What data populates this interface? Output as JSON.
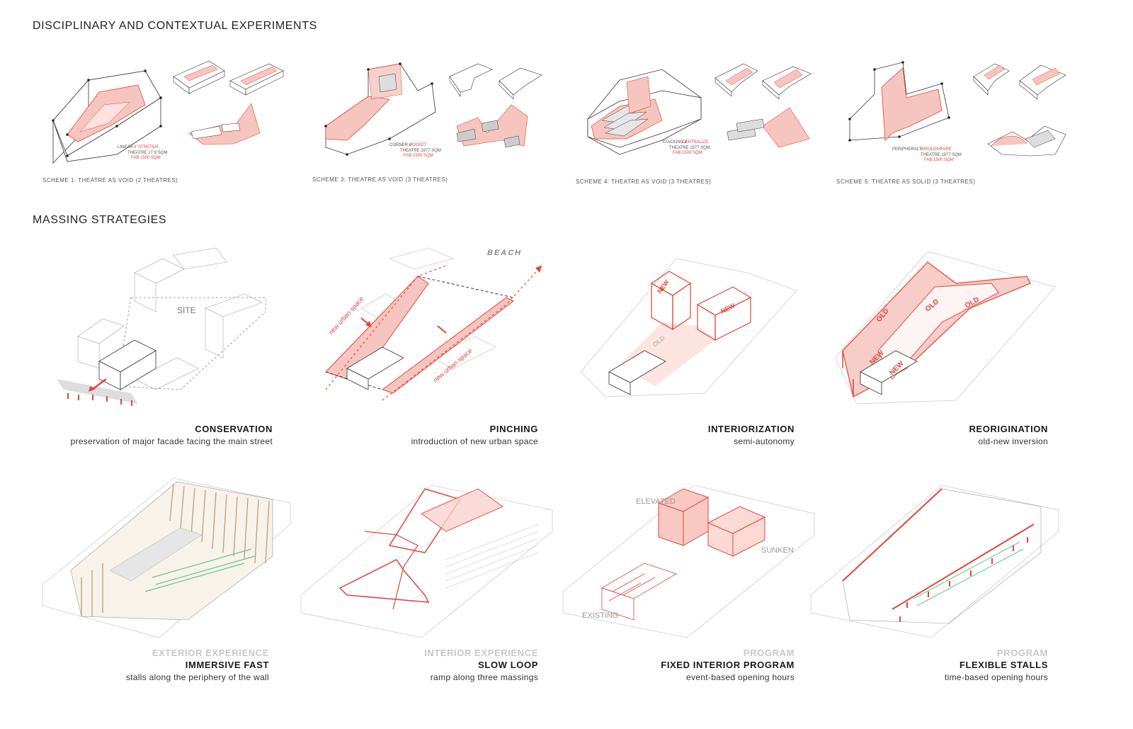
{
  "sections": {
    "experiments_title": "DISCIPLINARY AND CONTEXTUAL EXPERIMENTS",
    "massing_title": "MASSING STRATEGIES"
  },
  "schemes": [
    {
      "caption": "SCHEME 1: THEATRE AS VOID (2 THEATRES)",
      "legend_main": "LINEAR //",
      "legend_accent": "STRETCH",
      "legend_lines": [
        "THEATRE 1T 9 SQM",
        "FAB 1500 SQM"
      ]
    },
    {
      "caption": "SCHEME 3: THEATRE AS VOID (3 THEATRES)",
      "legend_main": "CORNER //",
      "legend_accent": "POCKET",
      "legend_lines": [
        "THEATRE 1977 SQM",
        "FAB 1500 SQM"
      ]
    },
    {
      "caption": "SCHEME 4: THEATRE AS VOID (3 THEATRES)",
      "legend_main": "STACKING //",
      "legend_accent": "CENTRALIZE",
      "legend_lines": [
        "THEATRE 1977 SQM",
        "FAB 1500 SQM"
      ]
    },
    {
      "caption": "SCHEME 5: THEATRE AS SOLID (3 THEATRES)",
      "legend_main": "PERIPHERAL //",
      "legend_accent": "THROUGHFARE",
      "legend_lines": [
        "THEATRE 1977 SQM",
        "FAB 1500 SQM"
      ]
    }
  ],
  "massing_row1": [
    {
      "head": "CONSERVATION",
      "sub": "preservation of major facade facing the main street",
      "map_labels": [
        "SITE"
      ]
    },
    {
      "head": "PINCHING",
      "sub": "introduction of new urban space",
      "map_labels": [
        "BEACH",
        "new urban space",
        "new urban space"
      ]
    },
    {
      "head": "INTERIORIZATION",
      "sub": "semi-autonomy",
      "map_labels": [
        "NEW",
        "NEW",
        "OLD"
      ]
    },
    {
      "head": "REORIGINATION",
      "sub": "old-new inversion",
      "map_labels": [
        "OLD",
        "OLD",
        "OLD",
        "NEW",
        "NEW"
      ]
    }
  ],
  "massing_row2": [
    {
      "kicker": "EXTERIOR EXPERIENCE",
      "head": "IMMERSIVE FAST",
      "sub": "stalls along the periphery of the wall",
      "map_labels": []
    },
    {
      "kicker": "INTERIOR EXPERIENCE",
      "head": "SLOW LOOP",
      "sub": "ramp along three massings",
      "map_labels": []
    },
    {
      "kicker": "PROGRAM",
      "head": "FIXED INTERIOR PROGRAM",
      "sub": "event-based opening hours",
      "map_labels": [
        "ELEVATED",
        "SUNKEN",
        "EXISTING"
      ]
    },
    {
      "kicker": "PROGRAM",
      "head": "FLEXIBLE STALLS",
      "sub": "time-based opening hours",
      "map_labels": []
    }
  ],
  "colors": {
    "accent": "#e0453a",
    "accent_fill": "#f6c5bf",
    "line": "#333333",
    "ghost": "#cfcfcf"
  }
}
